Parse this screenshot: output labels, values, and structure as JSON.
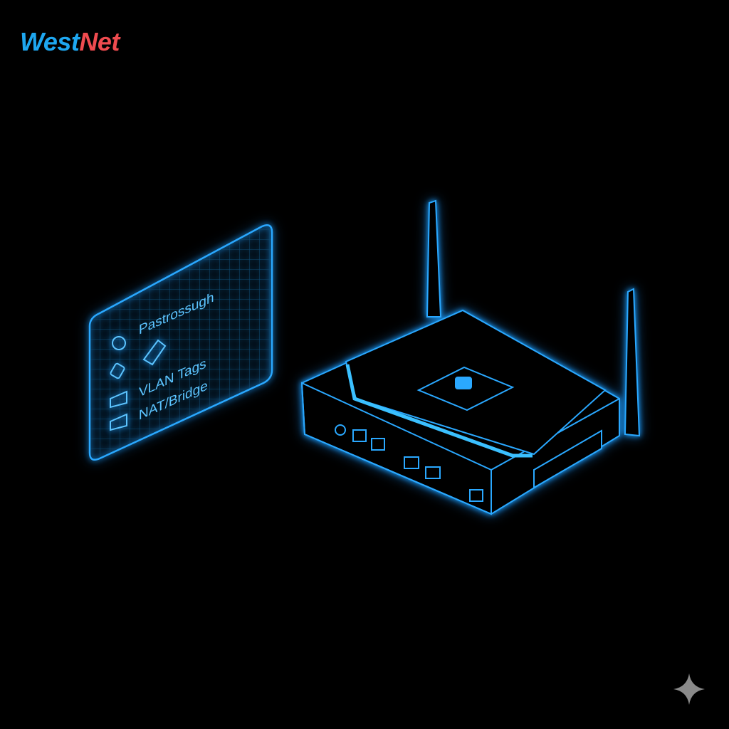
{
  "brand": {
    "part1": "West",
    "part2": "Net",
    "color1": "#1ea7f0",
    "color2": "#ef4b4f"
  },
  "panel": {
    "items": [
      {
        "label": "Pastrossugh",
        "icon": "sync-arrows-icon"
      },
      {
        "label": "VLAN Tags",
        "icon": "tag-icon"
      },
      {
        "label": "NAT/Bridge",
        "icon": "bridge-icon"
      }
    ],
    "accent": "#27a8ff"
  },
  "device": {
    "type": "router",
    "antennas": 2,
    "accent": "#27a8ff"
  },
  "watermark_icon": "sparkle-icon"
}
